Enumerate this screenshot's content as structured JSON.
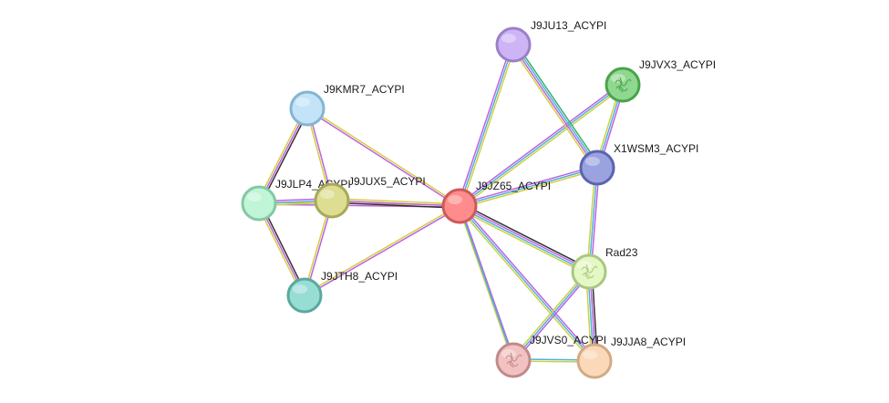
{
  "network": {
    "nodes": [
      {
        "id": "J9JZ65_ACYPI",
        "label": "J9JZ65_ACYPI",
        "color": "#ff8c8c",
        "stroke": "#cc5a5a",
        "icon": ""
      },
      {
        "id": "J9JU13_ACYPI",
        "label": "J9JU13_ACYPI",
        "color": "#cdb4f5",
        "stroke": "#9a80c8",
        "icon": ""
      },
      {
        "id": "J9JVX3_ACYPI",
        "label": "J9JVX3_ACYPI",
        "color": "#8fd88f",
        "stroke": "#4aa34a",
        "icon": "protein-structure-icon"
      },
      {
        "id": "X1WSM3_ACYPI",
        "label": "X1WSM3_ACYPI",
        "color": "#9aa3e0",
        "stroke": "#5b64b0",
        "icon": ""
      },
      {
        "id": "Rad23",
        "label": "Rad23",
        "color": "#e6f7c6",
        "stroke": "#a8c880",
        "icon": "protein-structure-icon"
      },
      {
        "id": "J9JVS0_ACYPI",
        "label": "J9JVS0_ACYPI",
        "color": "#f2c2c2",
        "stroke": "#c08a8a",
        "icon": "protein-structure-icon"
      },
      {
        "id": "J9JJA8_ACYPI",
        "label": "J9JJA8_ACYPI",
        "color": "#fbd9b8",
        "stroke": "#d2aa85",
        "icon": ""
      },
      {
        "id": "J9KMR7_ACYPI",
        "label": "J9KMR7_ACYPI",
        "color": "#c2e3f8",
        "stroke": "#86b4d2",
        "icon": ""
      },
      {
        "id": "J9JLP4_ACYPI",
        "label": "J9JLP4_ACYPI",
        "color": "#c0f5d8",
        "stroke": "#84c8a4",
        "icon": ""
      },
      {
        "id": "J9JUX5_ACYPI",
        "label": "J9JUX5_ACYPI",
        "color": "#dede92",
        "stroke": "#a8a85a",
        "icon": ""
      },
      {
        "id": "J9JTH8_ACYPI",
        "label": "J9JTH8_ACYPI",
        "color": "#98ddd4",
        "stroke": "#5aa89e",
        "icon": ""
      }
    ],
    "edges": [
      {
        "source": "J9JZ65_ACYPI",
        "target": "J9JU13_ACYPI",
        "colors": [
          "#c060e0",
          "#4fb0e0",
          "#d0d040"
        ]
      },
      {
        "source": "J9JZ65_ACYPI",
        "target": "J9JVX3_ACYPI",
        "colors": [
          "#c060e0",
          "#4fb0e0",
          "#d0d040"
        ]
      },
      {
        "source": "J9JZ65_ACYPI",
        "target": "X1WSM3_ACYPI",
        "colors": [
          "#c060e0",
          "#4fb0e0",
          "#d0d040"
        ]
      },
      {
        "source": "J9JZ65_ACYPI",
        "target": "Rad23",
        "colors": [
          "#333333",
          "#c060e0",
          "#4fb0e0",
          "#d0d040"
        ]
      },
      {
        "source": "J9JZ65_ACYPI",
        "target": "J9JVS0_ACYPI",
        "colors": [
          "#c060e0",
          "#d0d040"
        ]
      },
      {
        "source": "J9JZ65_ACYPI",
        "target": "J9JJA8_ACYPI",
        "colors": [
          "#c060e0",
          "#4fb0e0",
          "#d0d040"
        ]
      },
      {
        "source": "J9JZ65_ACYPI",
        "target": "J9KMR7_ACYPI",
        "colors": [
          "#c060e0",
          "#d0d040"
        ]
      },
      {
        "source": "J9JZ65_ACYPI",
        "target": "J9JLP4_ACYPI",
        "colors": [
          "#c060e0",
          "#d0d040"
        ]
      },
      {
        "source": "J9JZ65_ACYPI",
        "target": "J9JUX5_ACYPI",
        "colors": [
          "#333333",
          "#c060e0",
          "#d0d040"
        ]
      },
      {
        "source": "J9JZ65_ACYPI",
        "target": "J9JTH8_ACYPI",
        "colors": [
          "#c060e0",
          "#d0d040"
        ]
      },
      {
        "source": "J9JU13_ACYPI",
        "target": "X1WSM3_ACYPI",
        "colors": [
          "#3db06b",
          "#4fb0e0",
          "#c060e0",
          "#d0d040"
        ]
      },
      {
        "source": "J9JVX3_ACYPI",
        "target": "X1WSM3_ACYPI",
        "colors": [
          "#c060e0",
          "#4fb0e0",
          "#d0d040"
        ]
      },
      {
        "source": "X1WSM3_ACYPI",
        "target": "Rad23",
        "colors": [
          "#c060e0",
          "#4fb0e0",
          "#d0d040"
        ]
      },
      {
        "source": "Rad23",
        "target": "J9JVS0_ACYPI",
        "colors": [
          "#c060e0",
          "#4fb0e0",
          "#d0d040"
        ]
      },
      {
        "source": "Rad23",
        "target": "J9JJA8_ACYPI",
        "colors": [
          "#333333",
          "#c060e0",
          "#4fb0e0",
          "#d0d040"
        ]
      },
      {
        "source": "J9JVS0_ACYPI",
        "target": "J9JJA8_ACYPI",
        "colors": [
          "#4fb0e0",
          "#d0d040"
        ]
      },
      {
        "source": "J9JZ65_ACYPI",
        "target": "J9JVS0_ACYPI",
        "colors": [
          "#4fb0e0"
        ]
      },
      {
        "source": "J9KMR7_ACYPI",
        "target": "J9JLP4_ACYPI",
        "colors": [
          "#333333",
          "#c060e0",
          "#d0d040"
        ]
      },
      {
        "source": "J9KMR7_ACYPI",
        "target": "J9JUX5_ACYPI",
        "colors": [
          "#c060e0",
          "#d0d040"
        ]
      },
      {
        "source": "J9JLP4_ACYPI",
        "target": "J9JUX5_ACYPI",
        "colors": [
          "#c060e0",
          "#4fb0e0",
          "#d0d040"
        ]
      },
      {
        "source": "J9JLP4_ACYPI",
        "target": "J9JTH8_ACYPI",
        "colors": [
          "#333333",
          "#c060e0",
          "#d0d040"
        ]
      },
      {
        "source": "J9JUX5_ACYPI",
        "target": "J9JTH8_ACYPI",
        "colors": [
          "#c060e0",
          "#d0d040"
        ]
      }
    ]
  }
}
